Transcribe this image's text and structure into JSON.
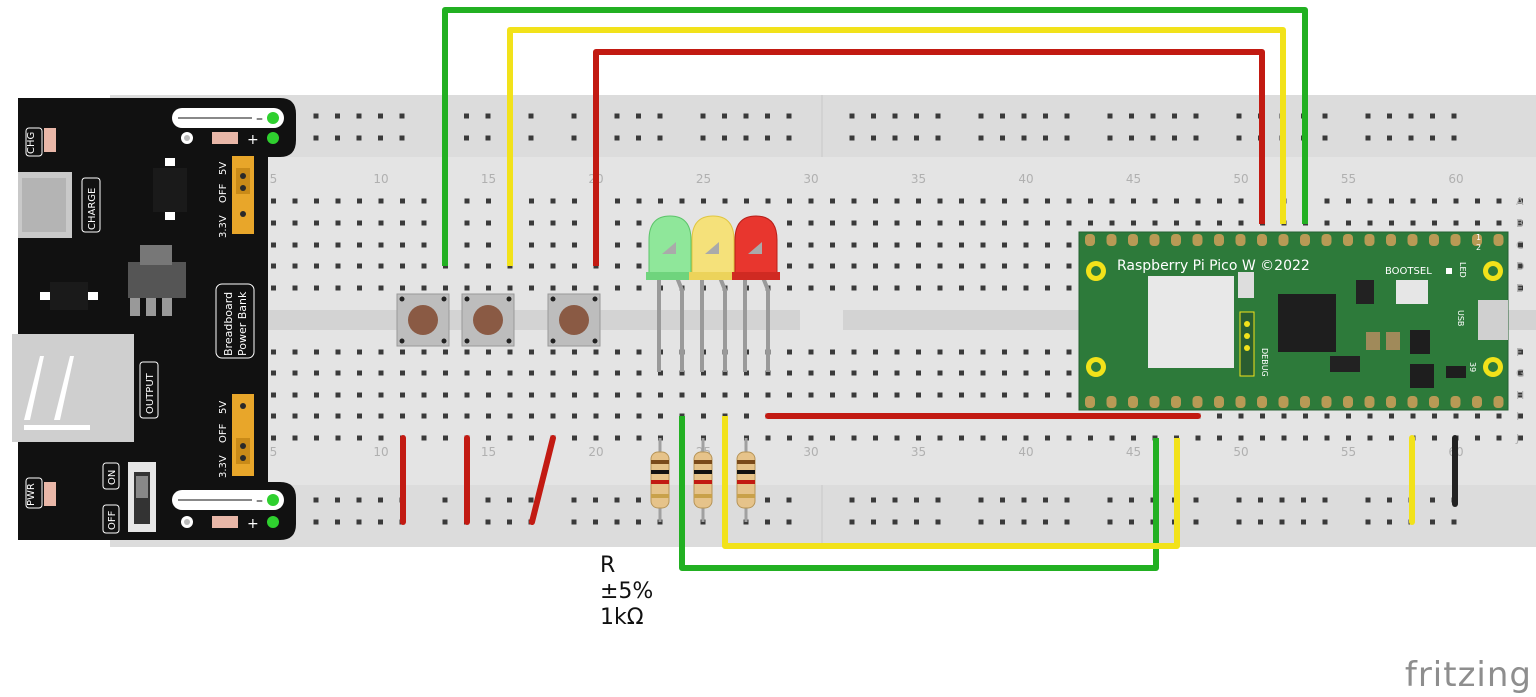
{
  "breadboard": {
    "column_numbers": [
      "5",
      "10",
      "15",
      "20",
      "25",
      "30",
      "35",
      "40",
      "45",
      "50",
      "55",
      "60"
    ],
    "row_letters_top": [
      "A",
      "B",
      "C",
      "D",
      "E"
    ],
    "row_letters_bottom": [
      "F",
      "G",
      "H",
      "I",
      "J"
    ]
  },
  "power_module": {
    "chg": "CHG",
    "charge": "CHARGE",
    "output": "OUTPUT",
    "pwr": "PWR",
    "on": "ON",
    "off": "OFF",
    "name_line1": "Breadboard",
    "name_line2": "Power Bank",
    "v5": "5V",
    "off_jumper": "OFF",
    "v33": "3.3V",
    "rail_plus": "+",
    "rail_minus": "–"
  },
  "pico": {
    "title": "Raspberry Pi Pico W ©2022",
    "bootsel": "BOOTSEL",
    "led": "LED",
    "usb": "USB",
    "debug": "DEBUG",
    "pin1": "1",
    "pin2": "2",
    "pin39": "39"
  },
  "resistor_label": {
    "line1": "R",
    "line2": "±5%",
    "line3": "1kΩ"
  },
  "leds": [
    "green",
    "yellow",
    "red"
  ],
  "brand": "fritzing",
  "colors": {
    "wire_green": "#22b022",
    "wire_yellow": "#f2e21a",
    "wire_red": "#c21a12",
    "wire_black": "#222222",
    "pico_green": "#2d7a3a",
    "breadboard": "#e6e6e6"
  }
}
